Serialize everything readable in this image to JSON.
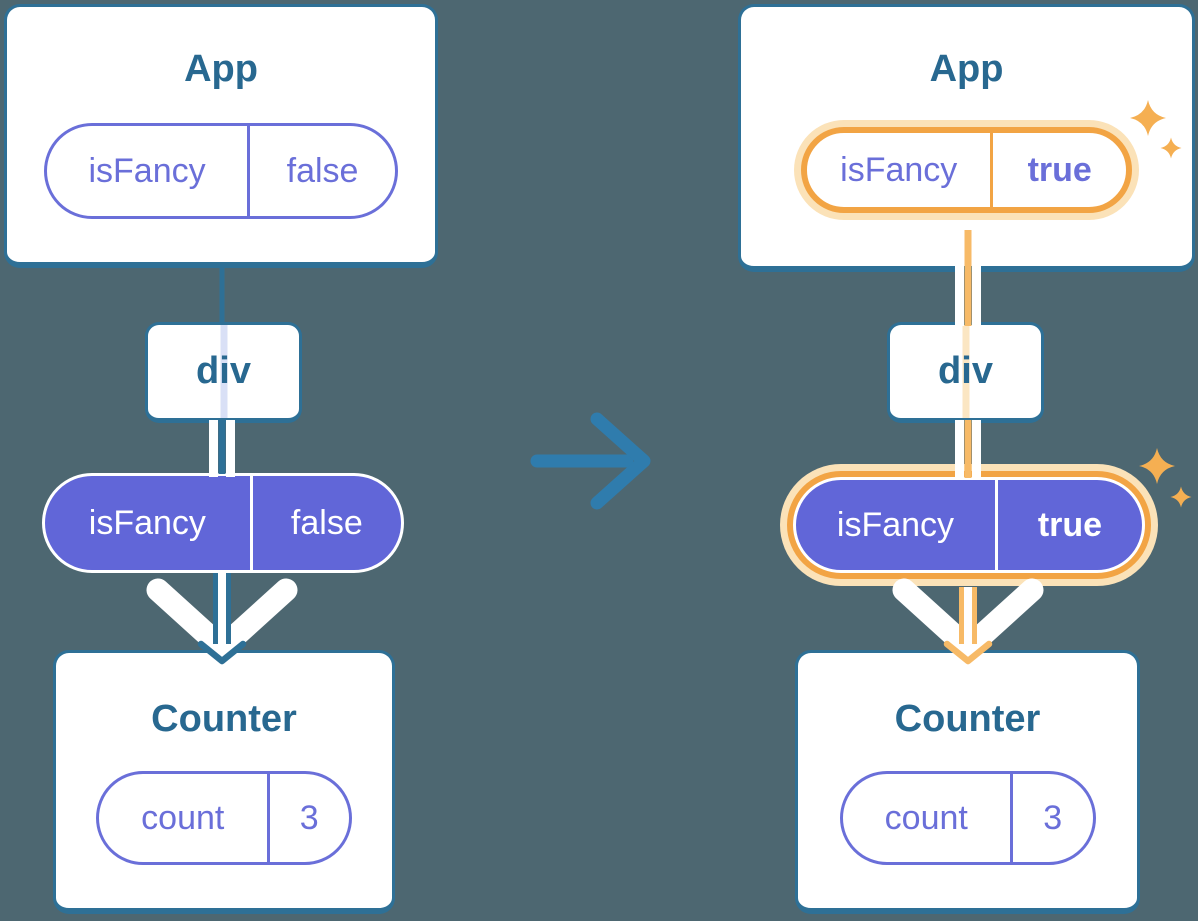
{
  "left": {
    "app": {
      "title": "App",
      "prop_name": "isFancy",
      "prop_value": "false"
    },
    "div_label": "div",
    "prop_pill": {
      "name": "isFancy",
      "value": "false"
    },
    "counter": {
      "title": "Counter",
      "state_name": "count",
      "state_value": "3"
    }
  },
  "right": {
    "app": {
      "title": "App",
      "prop_name": "isFancy",
      "prop_value": "true"
    },
    "div_label": "div",
    "prop_pill": {
      "name": "isFancy",
      "value": "true"
    },
    "counter": {
      "title": "Counter",
      "state_name": "count",
      "state_value": "3"
    }
  },
  "colors": {
    "background": "#4D6771",
    "card_border": "#2E7096",
    "title_text": "#286890",
    "purple_outline": "#6A6FD9",
    "purple_fill": "#6166D8",
    "highlight_orange": "#F2A444",
    "highlight_orange_light": "#FBE2B8",
    "line_orange": "#F7BA67",
    "sparkle": "#F5AF52",
    "transition_arrow": "#2F7CAD"
  }
}
